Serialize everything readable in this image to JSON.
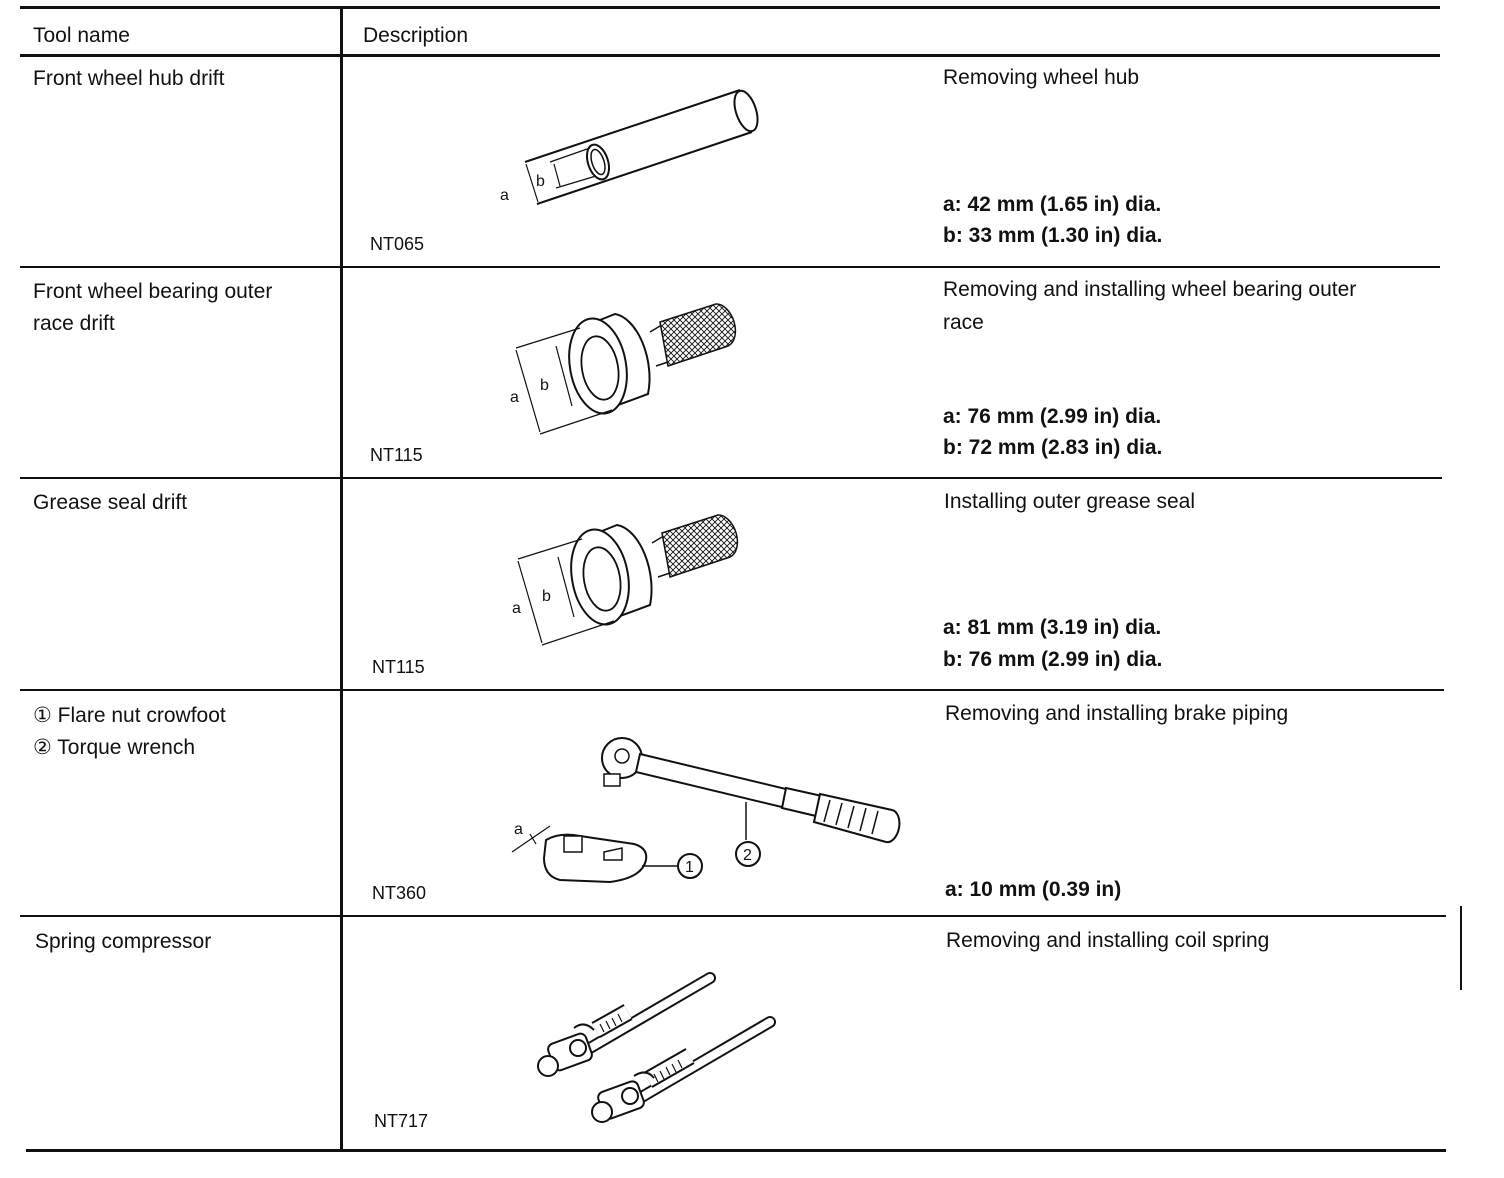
{
  "header": {
    "tool_name": "Tool name",
    "description": "Description"
  },
  "rows": [
    {
      "tool_name_lines": [
        "Front wheel hub drift"
      ],
      "figure_code": "NT065",
      "figure_labels": [
        "a",
        "b"
      ],
      "purpose_lines": [
        "Removing wheel hub"
      ],
      "specs": [
        "a:  42 mm (1.65 in) dia.",
        "b:  33 mm (1.30 in) dia."
      ]
    },
    {
      "tool_name_lines": [
        "Front wheel bearing outer",
        "race drift"
      ],
      "figure_code": "NT115",
      "figure_labels": [
        "a",
        "b"
      ],
      "purpose_lines": [
        "Removing and installing wheel bearing outer",
        "race"
      ],
      "specs": [
        "a:  76 mm (2.99 in) dia.",
        "b:  72 mm (2.83 in) dia."
      ]
    },
    {
      "tool_name_lines": [
        "Grease seal drift"
      ],
      "figure_code": "NT115",
      "figure_labels": [
        "a",
        "b"
      ],
      "purpose_lines": [
        "Installing outer grease seal"
      ],
      "specs": [
        "a:  81 mm (3.19 in) dia.",
        "b:  76 mm (2.99 in) dia."
      ]
    },
    {
      "tool_name_lines": [
        "①  Flare nut crowfoot",
        "②  Torque wrench"
      ],
      "figure_code": "NT360",
      "figure_labels": [
        "a",
        "1",
        "2"
      ],
      "purpose_lines": [
        "Removing and installing brake piping"
      ],
      "specs": [
        "a:  10 mm (0.39 in)"
      ]
    },
    {
      "tool_name_lines": [
        "Spring compressor"
      ],
      "figure_code": "NT717",
      "figure_labels": [],
      "purpose_lines": [
        "Removing and installing coil spring"
      ],
      "specs": []
    }
  ],
  "icons": [
    "drift-tube-icon",
    "bearing-drift-icon",
    "grease-seal-drift-icon",
    "crowfoot-torque-wrench-icon",
    "spring-compressor-icon"
  ]
}
